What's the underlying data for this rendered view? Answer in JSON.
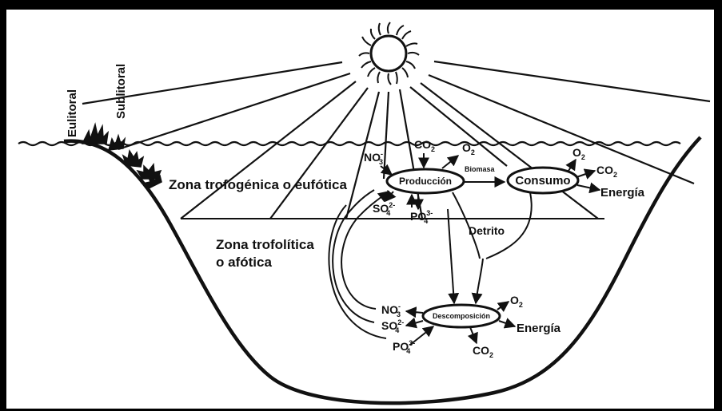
{
  "zones": {
    "eulitoral": "Eulitoral",
    "sublitoral": "Sublitoral",
    "euphotic": "Zona trofogénica o eufótica",
    "aphotic_1": "Zona trofolítica",
    "aphotic_2": "o afótica"
  },
  "nodes": {
    "production": "Producción",
    "consumption": "Consumo",
    "decomposition": "Descomposición"
  },
  "labels": {
    "biomass": "Biomasa",
    "detritus": "Detrito",
    "energy": "Energía",
    "energy_bottom": "Energía"
  },
  "chemicals": {
    "co2": "CO",
    "o2": "O",
    "no3": "NO",
    "so4": "SO",
    "po4": "PO",
    "sub_2": "2",
    "sub_3": "3",
    "sub_4": "4",
    "sup_minus": "-",
    "sup_2minus": "2-",
    "sup_3minus": "3-"
  }
}
